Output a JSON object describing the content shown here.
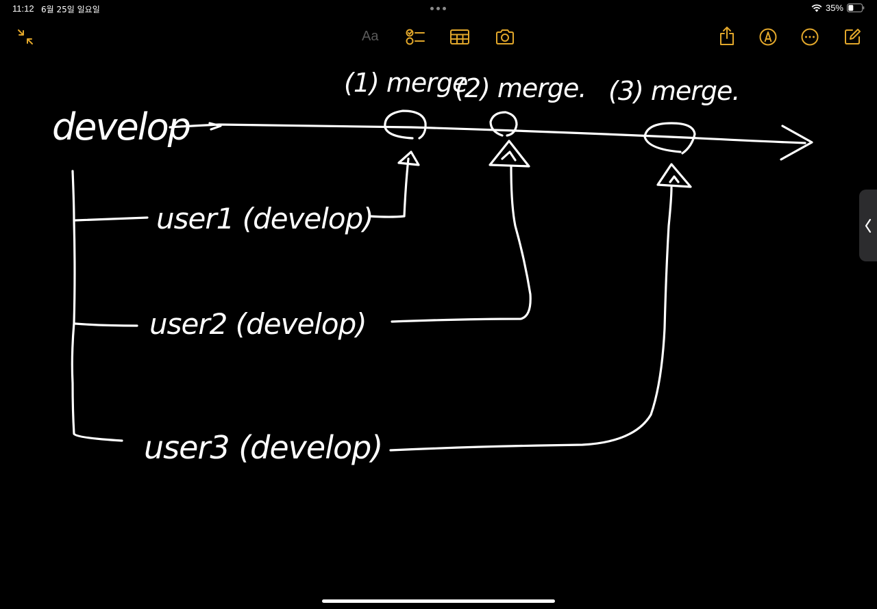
{
  "status_bar": {
    "time": "11:12",
    "date": "6월 25일 일요일",
    "battery": "35%"
  },
  "toolbar": {
    "format_label": "Aa",
    "icons": [
      "collapse-icon",
      "checklist-icon",
      "table-icon",
      "camera-icon",
      "share-icon",
      "markup-icon",
      "more-icon",
      "compose-icon"
    ],
    "accent_color": "#e3a82b"
  },
  "drawing": {
    "main_branch": "develop",
    "merge_labels": [
      "(1) merge",
      "(2) merge.",
      "(3) merge."
    ],
    "branches": [
      "user1 (develop)",
      "user2 (develop)",
      "user3 (develop)"
    ]
  }
}
